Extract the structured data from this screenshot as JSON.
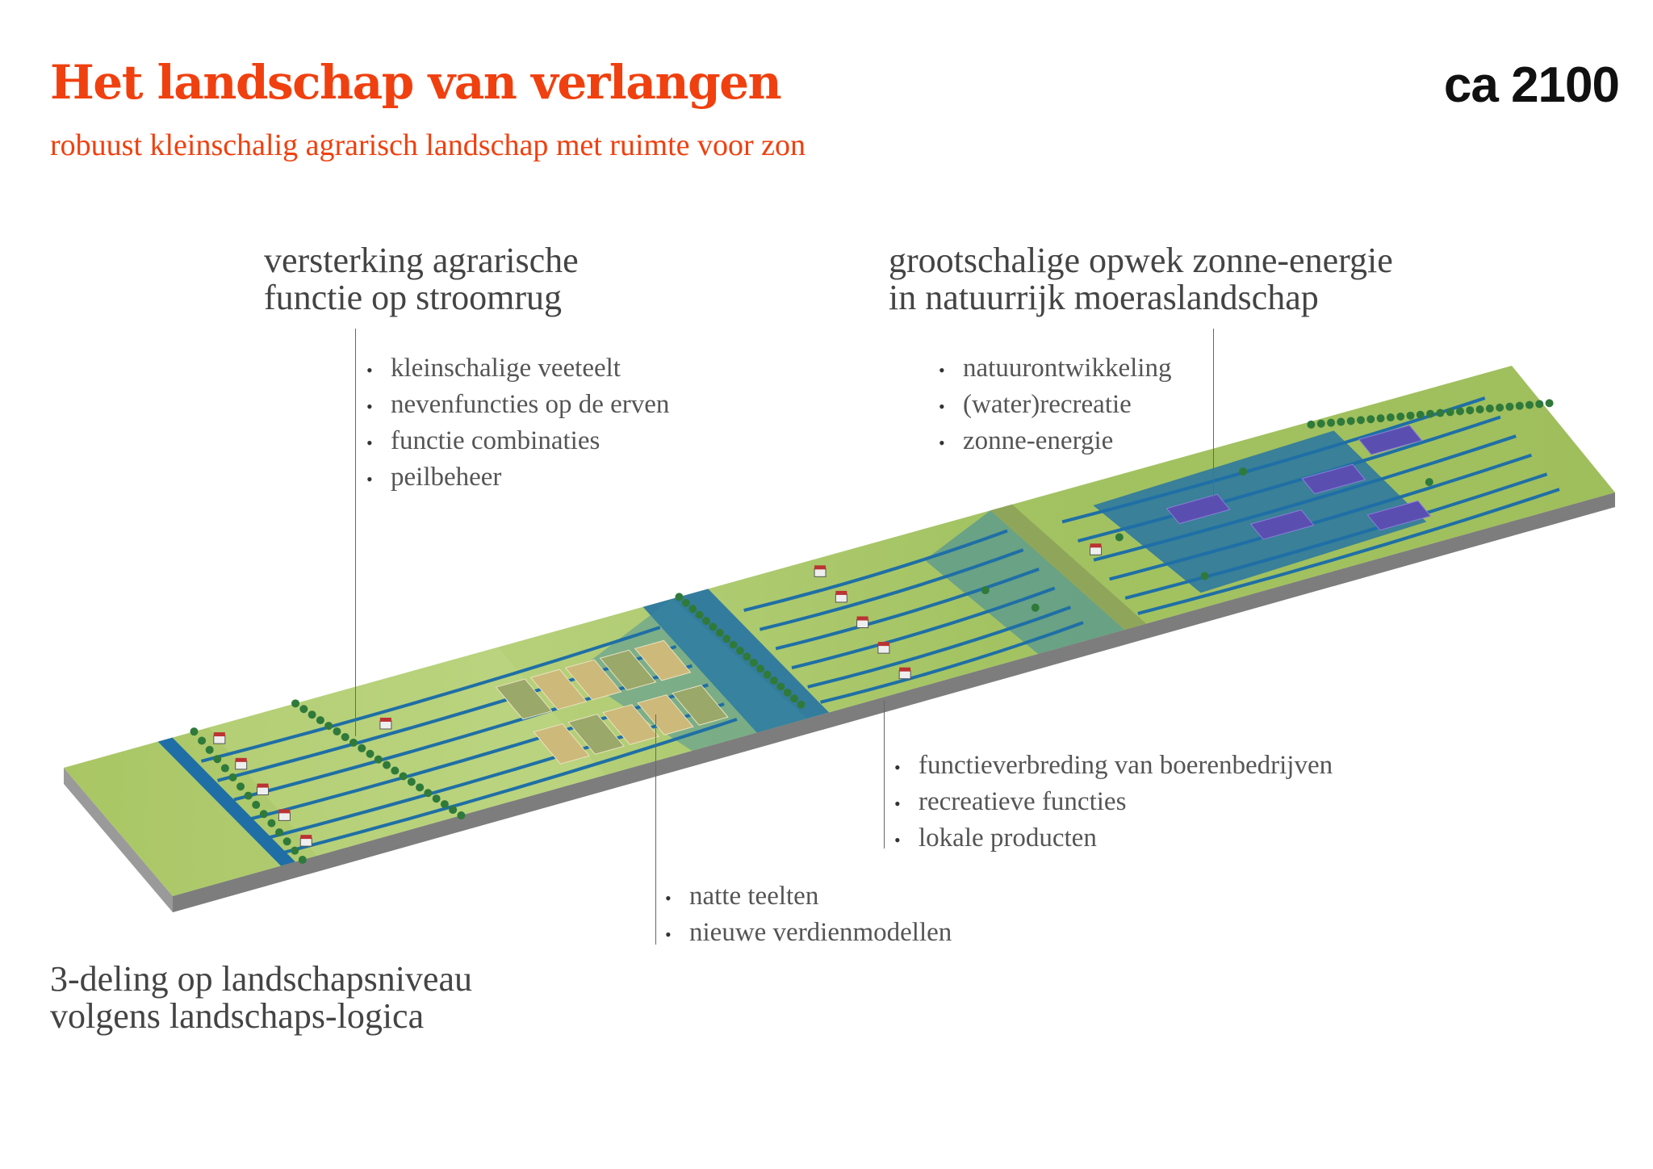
{
  "header": {
    "title": "Het landschap van verlangen",
    "year": "ca 2100",
    "subtitle": "robuust kleinschalig agrarisch landschap met ruimte voor zon"
  },
  "annotations": {
    "left_heading": [
      "versterking agrarische",
      "functie op stroomrug"
    ],
    "left_bullets": [
      "kleinschalige veeteelt",
      "nevenfuncties op de erven",
      "functie combinaties",
      "peilbeheer"
    ],
    "right_heading": [
      "grootschalige opwek zonne-energie",
      "in natuurrijk moeraslandschap"
    ],
    "right_bullets": [
      "natuurontwikkeling",
      "(water)recreatie",
      "zonne-energie"
    ],
    "middle_bullets": [
      "functieverbreding van boerenbedrijven",
      "recreatieve functies",
      "lokale producten"
    ],
    "bottom_bullets": [
      "natte teelten",
      "nieuwe verdienmodellen"
    ],
    "footer_heading": [
      "3-deling op landschapsniveau",
      "volgens landschaps-logica"
    ]
  },
  "colors": {
    "accent": "#f0400f",
    "grass": "#9dbf5a",
    "grass_light": "#c4d98a",
    "water": "#1f6fa6",
    "water_deep": "#1a5f8a",
    "side": "#9a9a9a",
    "tree": "#2f7a3a",
    "solar": "#5a4fb0"
  }
}
